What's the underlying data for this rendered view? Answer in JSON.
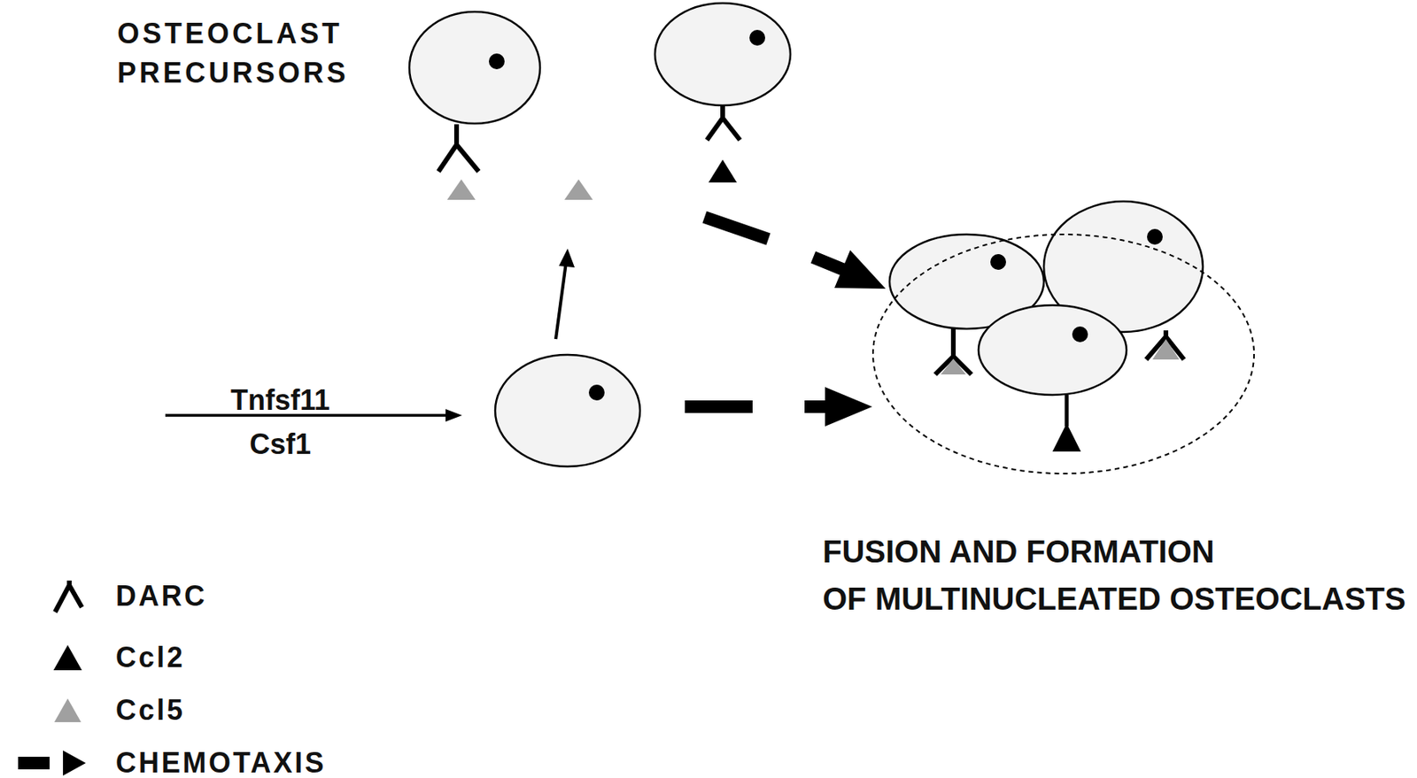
{
  "diagram": {
    "nodes": [
      {
        "text": [
          "FUSION AND FORMATION OF MULTINUCLEATED OSTEOCLASTS"
        ]
      }
    ],
    "labels": [
      "OSTEOCLAST PRECURSORS",
      "Tnfsf11",
      "Csf1"
    ],
    "legend": [
      {
        "text": "DARC"
      },
      {
        "text": "Ccl2"
      },
      {
        "text": "Ccl5"
      },
      {
        "text": "CHEMOTAXIS"
      }
    ]
  }
}
